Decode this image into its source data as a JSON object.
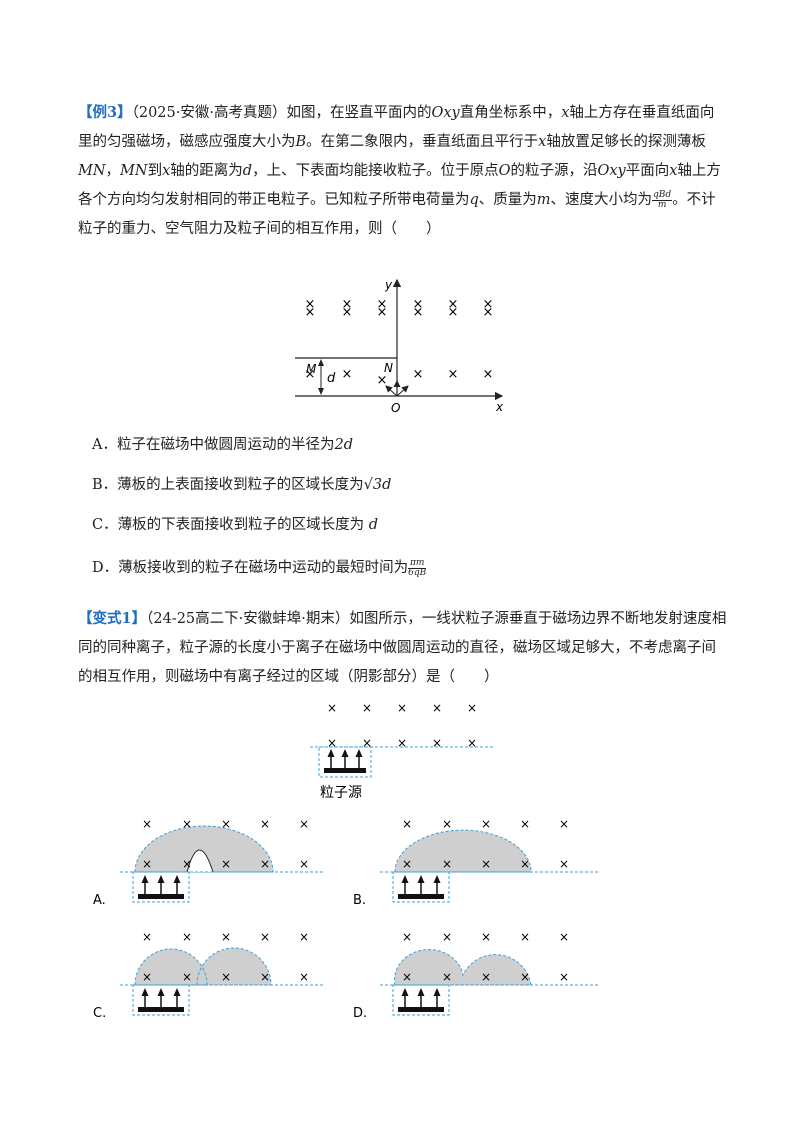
{
  "q1": {
    "tag": "【例3】",
    "source": "（2025·安徽·高考真题）",
    "p1": "如图，在竖直平面内的",
    "oxy": "Oxy",
    "p2": "直角坐标系中，",
    "x1": "x",
    "p3": "轴上方存在垂直纸面向里的匀强磁场，磁感应强度大小为",
    "B": "B",
    "p4": "。在第二象限内，垂直纸面且平行于",
    "x2": "x",
    "p5": "轴放置足够长的探测薄板",
    "mn1": "MN",
    "p6": "，",
    "mn2": "MN",
    "p7": "到",
    "x3": "x",
    "p8": "轴的距离为",
    "d": "d",
    "p9": "，上、下表面均能接收粒子。位于原点",
    "O": "O",
    "p10": "的粒子源，沿",
    "oxy2": "Oxy",
    "p11": "平面向",
    "x4": "x",
    "p12": "轴上方各个方向均匀发射相同的带正电粒子。已知粒子所带电荷量为",
    "q": "q",
    "p13": "、质量为",
    "m": "m",
    "p14": "、速度大小均为",
    "v_num": "qBd",
    "v_den": "m",
    "p15": "。不计粒子的重力、空气阻力及粒子间的相互作用，则（　　）",
    "figure": {
      "y": "y",
      "x": "x",
      "M": "M",
      "N": "N",
      "d": "d",
      "O": "O",
      "cross": "×"
    },
    "options": {
      "A_pre": "A．粒子在磁场中做圆周运动的半径为",
      "A_val": "2d",
      "B_pre": "B．薄板的上表面接收到粒子的区域长度为",
      "B_val": "√3d",
      "C_pre": "C．薄板的下表面接收到粒子的区域长度为 ",
      "C_val": "d",
      "D_pre": "D．薄板接收到的粒子在磁场中运动的最短时间为",
      "D_num": "πm",
      "D_den": "6qB"
    }
  },
  "q2": {
    "tag": "【变式1】",
    "source": "（24-25高二下·安徽蚌埠·期末）",
    "text": "如图所示，一线状粒子源垂直于磁场边界不断地发射速度相同的同种离子，粒子源的长度小于离子在磁场中做圆周运动的直径，磁场区域足够大，不考虑离子间的相互作用，则磁场中有离子经过的区域（阴影部分）是（　　）",
    "source_label": "粒子源",
    "cross": "×",
    "choices": [
      "A.",
      "B.",
      "C.",
      "D."
    ]
  }
}
